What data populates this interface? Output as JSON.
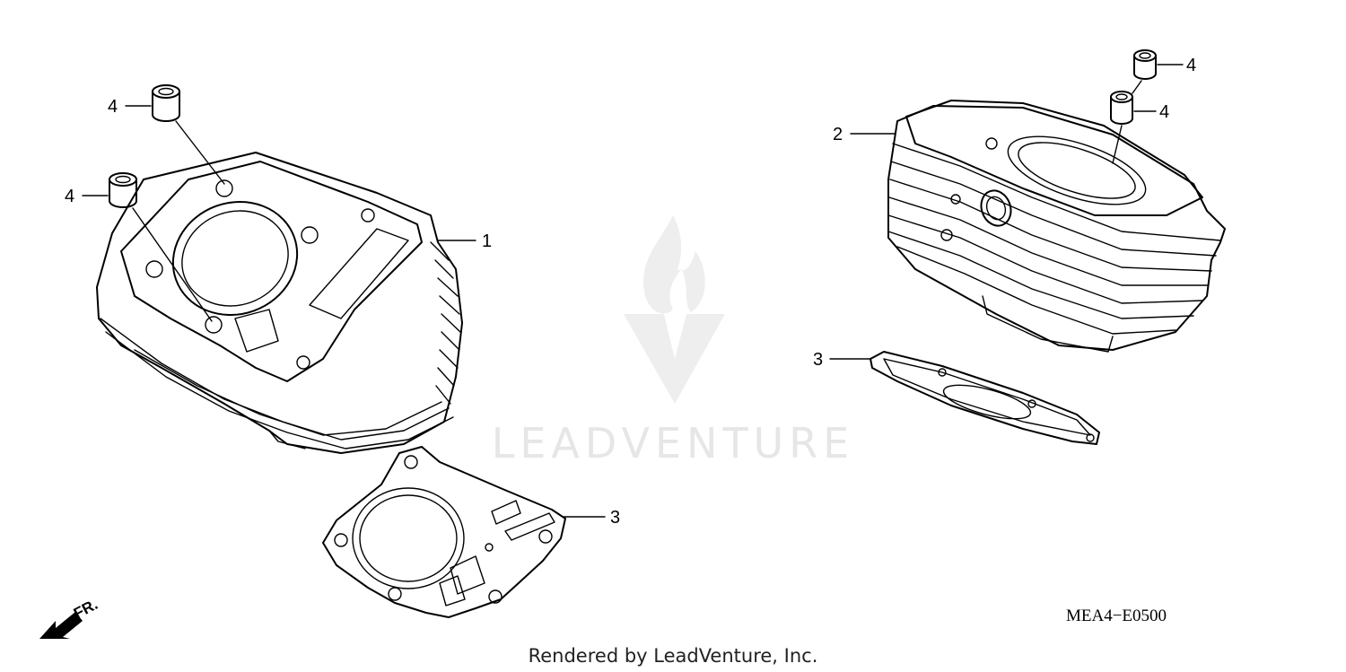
{
  "diagram": {
    "callouts": {
      "front_cylinder": "1",
      "rear_cylinder": "2",
      "front_gasket": "3",
      "rear_gasket": "3",
      "front_dowel_top": "4",
      "front_dowel_left": "4",
      "rear_dowel_top": "4",
      "rear_dowel_lower": "4"
    },
    "direction_label": "FR.",
    "diagram_code": "MEA4−E0500",
    "watermark": "LEADVENTURE",
    "footer": "Rendered by LeadVenture, Inc."
  }
}
